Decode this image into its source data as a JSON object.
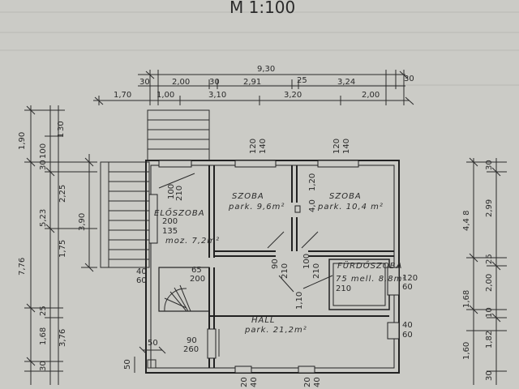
{
  "title": "M 1:100",
  "rooms": {
    "eloszoba": {
      "name": "ELŐSZOBA",
      "sub": "moz. 7,2m²"
    },
    "szoba1": {
      "name": "SZOBA",
      "sub": "park. 9,6m²"
    },
    "szoba2": {
      "name": "SZOBA",
      "sub": "park. 10,4 m²"
    },
    "furdo": {
      "name": "FÜRDŐSZOBA",
      "sub": "75 mell. 8,8m²"
    },
    "hall": {
      "name": "HALL",
      "sub": "park. 21,2m²"
    }
  },
  "dims": {
    "top_total": "9,30",
    "top1": [
      "30",
      "2,00",
      "30",
      "2,91",
      "25",
      "3,24",
      "30"
    ],
    "top2": [
      "1,70",
      "1,00",
      "3,10",
      "3,20",
      "2,00"
    ],
    "left_outer": [
      "1,90",
      "5,23",
      "1,68",
      "7,76"
    ],
    "left_mid": [
      "100",
      "30",
      "2,25",
      "1,75",
      "25",
      "30",
      "3,76"
    ],
    "left_inner": [
      "3,90"
    ],
    "left_small": [
      "30",
      "1"
    ],
    "right_outer": [
      "4,4 8",
      "1,68",
      "1,60"
    ],
    "right_inner": [
      "30",
      "2,99",
      "25",
      "2,00",
      "10",
      "1,82",
      "30"
    ],
    "windows": [
      "120",
      "140",
      "120",
      "140",
      "100",
      "210",
      "200",
      "135",
      "1,20",
      "4,0",
      "90",
      "210",
      "100",
      "210",
      "120",
      "60",
      "210",
      "40",
      "60",
      "65",
      "200",
      "40",
      "60",
      "90",
      "260",
      "1,10",
      "50",
      "50",
      "20",
      "40",
      "20",
      "40"
    ]
  }
}
